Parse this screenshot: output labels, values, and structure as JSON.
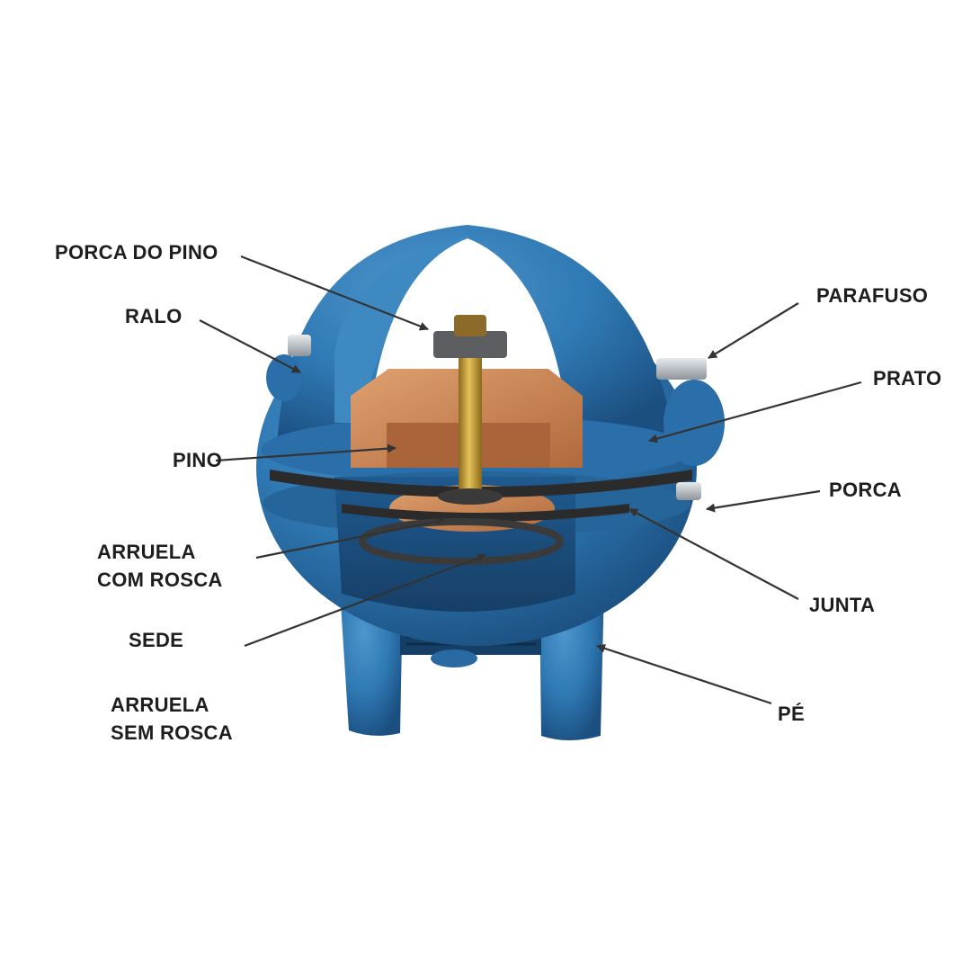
{
  "diagram": {
    "labels": {
      "porca_do_pino": "PORCA DO PINO",
      "ralo": "RALO",
      "pino": "PINO",
      "arruela_com_rosca": [
        "ARRUELA",
        "COM ROSCA"
      ],
      "sede": "SEDE",
      "arruela_sem_rosca": [
        "ARRUELA",
        "SEM ROSCA"
      ],
      "parafuso": "PARAFUSO",
      "prato": "PRATO",
      "porca": "PORCA",
      "junta": "JUNTA",
      "pe": "PÉ"
    },
    "colors": {
      "body_blue": "#2f79b4",
      "body_dark": "#1d5587",
      "bronze": "#c98453",
      "brass_pin": "#c9a23a",
      "gasket": "#2b2b2b",
      "steel": "#b9bec3",
      "text": "#1e1e1e",
      "leader": "#333333"
    }
  }
}
